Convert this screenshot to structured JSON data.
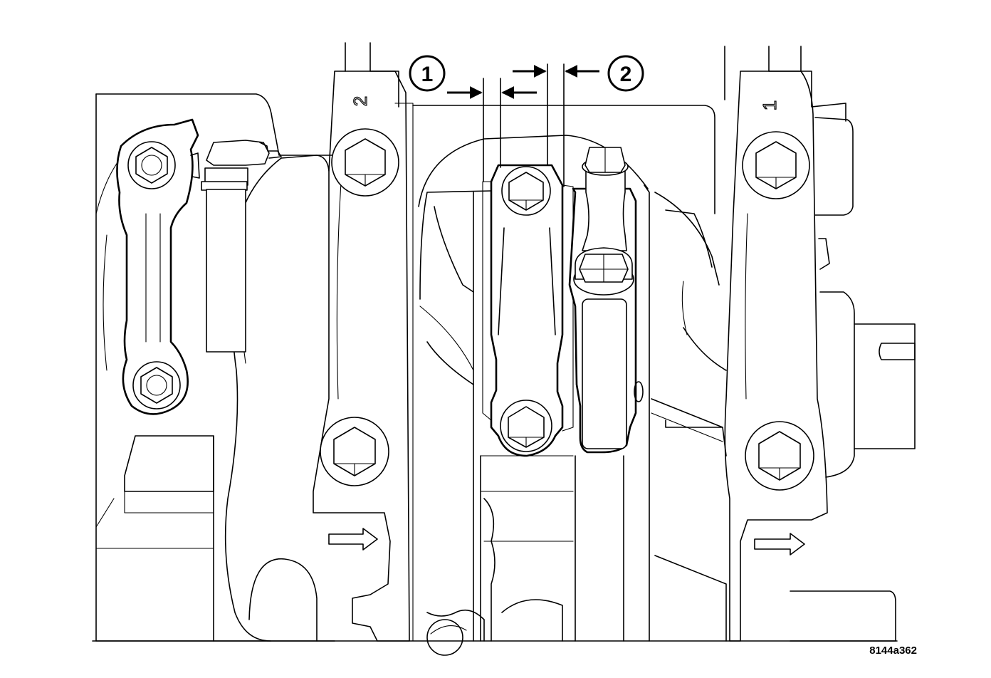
{
  "diagram": {
    "callouts": [
      {
        "label": "1"
      },
      {
        "label": "2"
      }
    ],
    "cap_markings": [
      {
        "label": "2"
      },
      {
        "label": "1"
      }
    ],
    "reference_code": "8144a362"
  }
}
